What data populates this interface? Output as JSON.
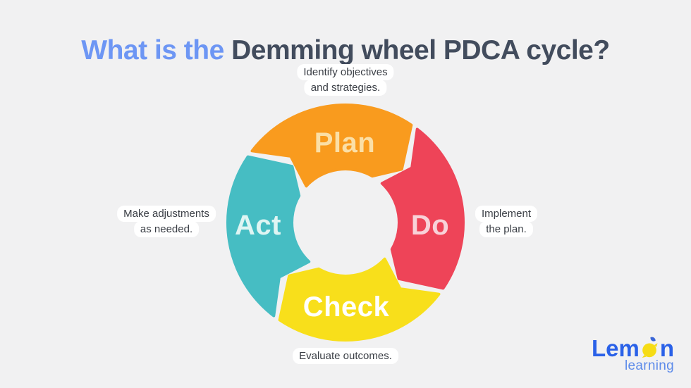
{
  "title": {
    "highlight": "What is the ",
    "rest": "Demming wheel PDCA cycle?"
  },
  "colors": {
    "background": "#F1F1F2",
    "title_highlight": "#6D96F4",
    "title_rest": "#424C5D",
    "caption_text": "#3A3E45",
    "caption_pill": "#FFFFFF"
  },
  "wheel": {
    "segments": [
      {
        "id": "plan",
        "label": "Plan",
        "color": "#F99B1E",
        "label_color": "#FBDFA6"
      },
      {
        "id": "do",
        "label": "Do",
        "color": "#EE4458",
        "label_color": "#F8D2D8"
      },
      {
        "id": "check",
        "label": "Check",
        "color": "#F8DF1B",
        "label_color": "#FFFFFF"
      },
      {
        "id": "act",
        "label": "Act",
        "color": "#46BDC3",
        "label_color": "#DFF5F3"
      }
    ]
  },
  "captions": {
    "top": [
      "Identify objectives",
      "and strategies."
    ],
    "right": [
      "Implement",
      "the plan."
    ],
    "bottom": [
      "Evaluate outcomes."
    ],
    "left": [
      "Make adjustments",
      "as needed."
    ]
  },
  "logo": {
    "word_start": "Lem",
    "word_end": "n",
    "subtitle": "learning",
    "text_color": "#2A61E8",
    "subtitle_color": "#5D8BEA",
    "lemon_color": "#F6DC15",
    "leaf_color": "#3A66D6"
  }
}
